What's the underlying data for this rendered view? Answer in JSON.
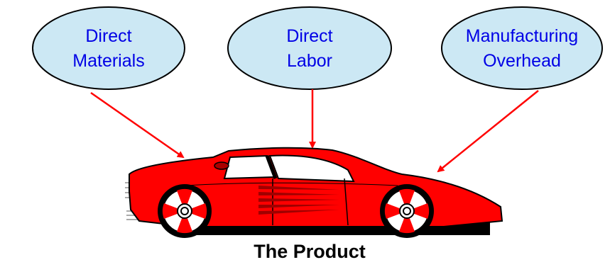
{
  "nodes": [
    {
      "line1": "Direct",
      "line2": "Materials"
    },
    {
      "line1": "Direct",
      "line2": "Labor"
    },
    {
      "line1": "Manufacturing",
      "line2": "Overhead"
    }
  ],
  "caption": "The Product",
  "colors": {
    "node_fill": "#cce8f4",
    "node_text": "#0000e6",
    "arrow": "#ff0000",
    "car_body": "#ff0000"
  },
  "icons": {
    "car": "sports-car-icon"
  }
}
